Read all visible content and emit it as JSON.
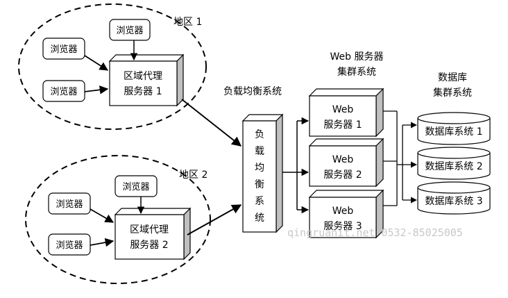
{
  "regions": [
    {
      "label": "地区 1",
      "browsers": [
        "浏览器",
        "浏览器",
        "浏览器"
      ],
      "proxy": {
        "line1": "区域代理",
        "line2": "服务器 1"
      }
    },
    {
      "label": "地区 2",
      "browsers": [
        "浏览器",
        "浏览器",
        "浏览器"
      ],
      "proxy": {
        "line1": "区域代理",
        "line2": "服务器 2"
      }
    }
  ],
  "load_balancer": {
    "caption": "负载均衡系统",
    "chars": [
      "负",
      "载",
      "均",
      "衡",
      "系",
      "统"
    ]
  },
  "web_cluster": {
    "title_line1": "Web 服务器",
    "title_line2": "集群系统",
    "servers": [
      {
        "line1": "Web",
        "line2": "服务器 1"
      },
      {
        "line1": "Web",
        "line2": "服务器 2"
      },
      {
        "line1": "Web",
        "line2": "服务器 3"
      }
    ]
  },
  "db_cluster": {
    "title_line1": "数据库",
    "title_line2": "集群系统",
    "databases": [
      "数据库系统 1",
      "数据库系统 2",
      "数据库系统 3"
    ]
  },
  "watermark": "qingruanit.net 0532-85025005"
}
